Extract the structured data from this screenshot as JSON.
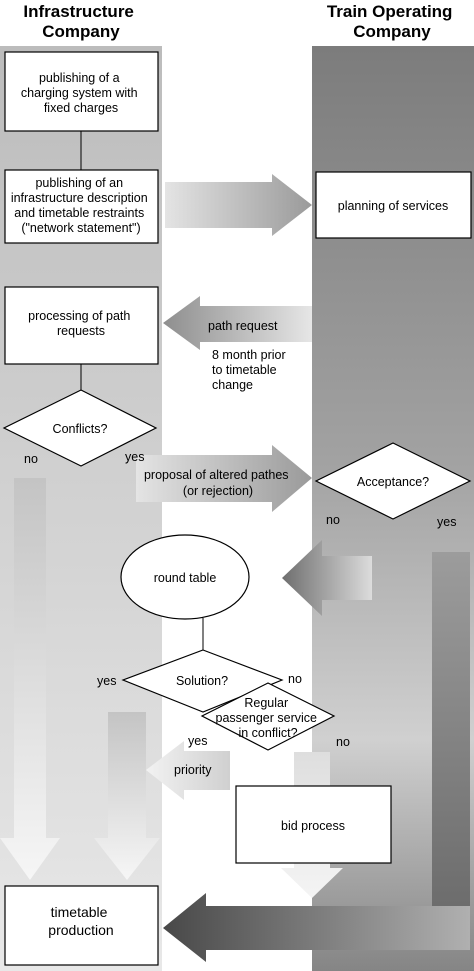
{
  "headers": {
    "left": [
      "Infrastructure",
      "Company"
    ],
    "right": [
      "Train Operating",
      "Company"
    ]
  },
  "boxes": {
    "charging": [
      "publishing of a",
      "charging system with",
      "fixed charges"
    ],
    "network": [
      "publishing of an",
      "infrastructure description",
      "and timetable restraints",
      "(\"network statement\")"
    ],
    "processing": [
      "processing of path",
      "requests"
    ],
    "planning": [
      "planning of services"
    ],
    "bid": [
      "bid process"
    ],
    "timetable": [
      "timetable",
      "production"
    ]
  },
  "decisions": {
    "conflicts": "Conflicts?",
    "acceptance": "Acceptance?",
    "solution": "Solution?",
    "regular": [
      "Regular",
      "passenger service",
      "in conflict?"
    ]
  },
  "ellipse": {
    "round_table": "round table"
  },
  "arrows": {
    "path_request": "path request",
    "timing": [
      "8 month prior",
      "to timetable",
      "change"
    ],
    "proposal": [
      "proposal of altered pathes",
      "(or rejection)"
    ],
    "priority": "priority"
  },
  "branch_labels": {
    "conflicts_no": "no",
    "conflicts_yes": "yes",
    "acceptance_no": "no",
    "acceptance_yes": "yes",
    "solution_yes": "yes",
    "solution_no": "no",
    "regular_yes": "yes",
    "regular_no": "no"
  }
}
